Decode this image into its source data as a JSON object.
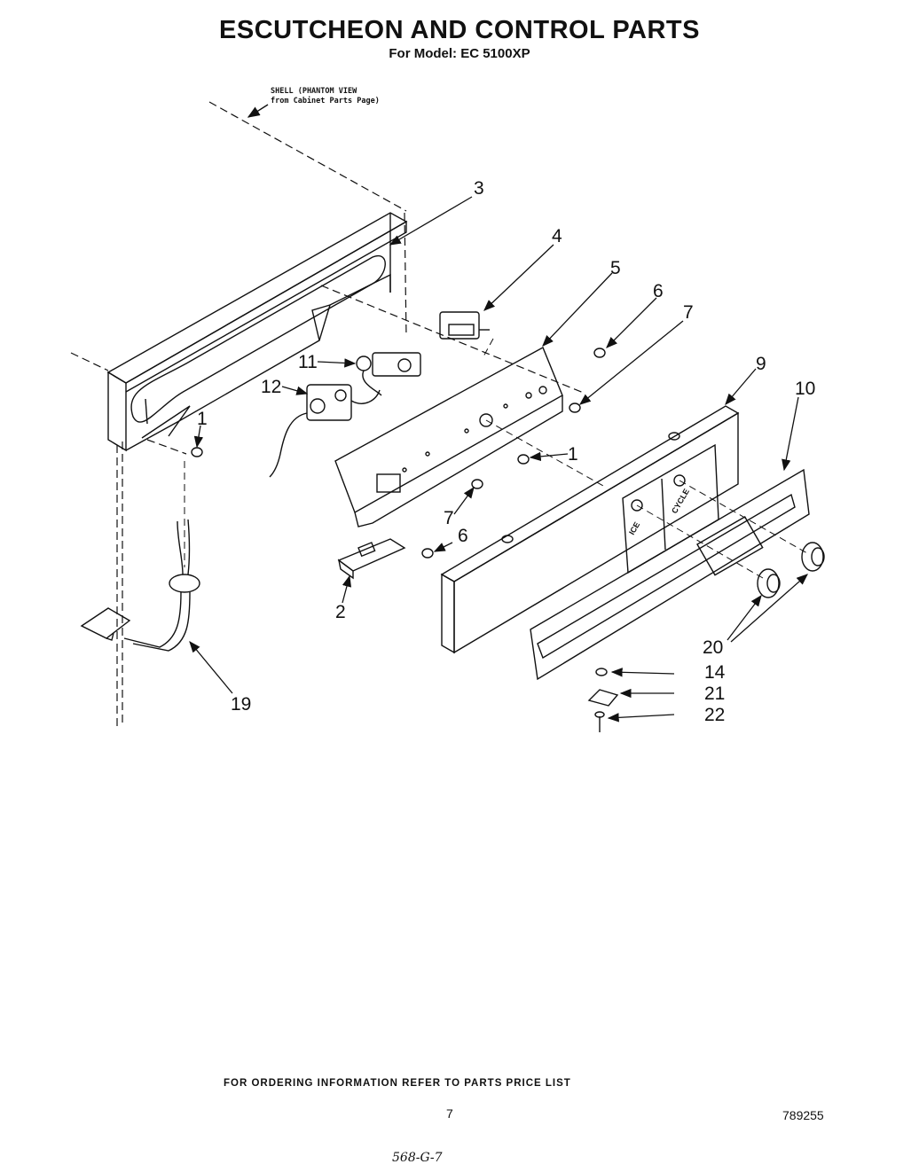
{
  "header": {
    "title": "ESCUTCHEON AND CONTROL PARTS",
    "subtitle": "For Model: EC 5100XP"
  },
  "notes": {
    "shell_line1": "SHELL (PHANTOM VIEW",
    "shell_line2": "from Cabinet Parts Page)"
  },
  "panel_labels": {
    "ice": "ICE",
    "cycle": "CYCLE"
  },
  "callouts": {
    "p3": "3",
    "p4": "4",
    "p5": "5",
    "p6a": "6",
    "p7a": "7",
    "p9": "9",
    "p10": "10",
    "p11": "11",
    "p12": "12",
    "p1a": "1",
    "p1b": "1",
    "p7b": "7",
    "p6b": "6",
    "p2": "2",
    "p19": "19",
    "p20": "20",
    "p14": "14",
    "p21": "21",
    "p22": "22"
  },
  "footer": {
    "ordering": "FOR ORDERING INFORMATION REFER TO PARTS PRICE LIST",
    "page": "7",
    "doc_number": "789255",
    "handwritten": "568-G-7"
  }
}
